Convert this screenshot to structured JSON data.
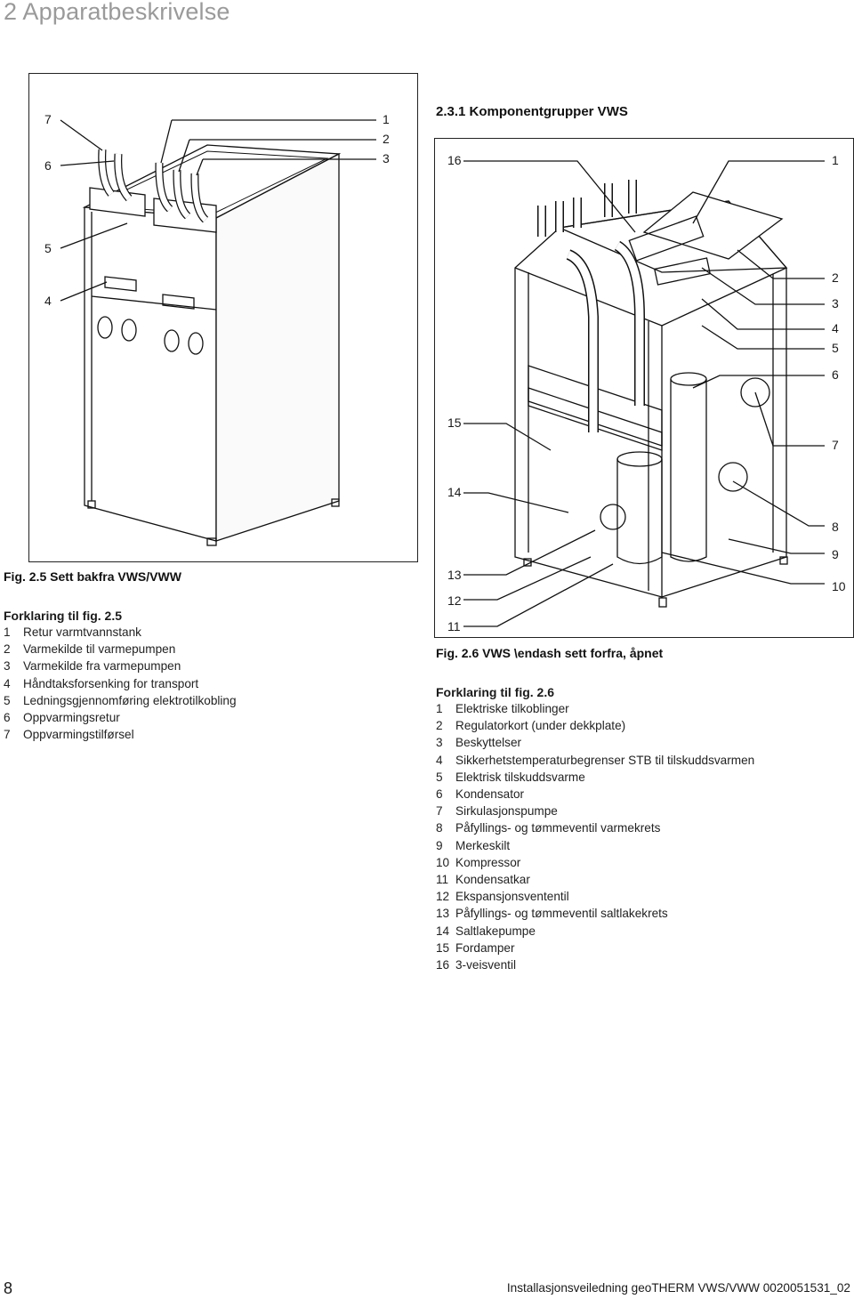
{
  "header": {
    "chapter": "2 Apparatbeskrivelse"
  },
  "figure_left": {
    "callouts": [
      "7",
      "6",
      "5",
      "4",
      "1",
      "2",
      "3"
    ],
    "caption": "Fig. 2.5 Sett bakfra VWS/VWW",
    "legend_title": "Forklaring til fig. 2.5",
    "legend": [
      {
        "num": "1",
        "text": "Retur varmtvannstank"
      },
      {
        "num": "2",
        "text": "Varmekilde til varmepumpen"
      },
      {
        "num": "3",
        "text": "Varmekilde fra varmepumpen"
      },
      {
        "num": "4",
        "text": "Håndtaksforsenking for transport"
      },
      {
        "num": "5",
        "text": "Ledningsgjennomføring elektrotilkobling"
      },
      {
        "num": "6",
        "text": "Oppvarmingsretur"
      },
      {
        "num": "7",
        "text": "Oppvarmingstilførsel"
      }
    ]
  },
  "figure_right": {
    "section_title": "2.3.1 Komponentgrupper VWS",
    "callouts": [
      "16",
      "15",
      "14",
      "13",
      "12",
      "11",
      "1",
      "2",
      "3",
      "4",
      "5",
      "6",
      "7",
      "8",
      "9",
      "10"
    ],
    "caption": "Fig. 2.6 VWS \\endash sett forfra, åpnet",
    "legend_title": "Forklaring til fig. 2.6",
    "legend": [
      {
        "num": "1",
        "text": "Elektriske tilkoblinger"
      },
      {
        "num": "2",
        "text": "Regulatorkort (under dekkplate)"
      },
      {
        "num": "3",
        "text": "Beskyttelser"
      },
      {
        "num": "4",
        "text": "Sikkerhetstemperaturbegrenser STB til tilskuddsvarmen"
      },
      {
        "num": "5",
        "text": "Elektrisk tilskuddsvarme"
      },
      {
        "num": "6",
        "text": "Kondensator"
      },
      {
        "num": "7",
        "text": "Sirkulasjonspumpe"
      },
      {
        "num": "8",
        "text": "Påfyllings- og tømmeventil varmekrets"
      },
      {
        "num": "9",
        "text": "Merkeskilt"
      },
      {
        "num": "10",
        "text": "Kompressor"
      },
      {
        "num": "11",
        "text": "Kondensatkar"
      },
      {
        "num": "12",
        "text": "Ekspansjonsvententil"
      },
      {
        "num": "13",
        "text": "Påfyllings- og tømmeventil saltlakekrets"
      },
      {
        "num": "14",
        "text": "Saltlakepumpe"
      },
      {
        "num": "15",
        "text": "Fordamper"
      },
      {
        "num": "16",
        "text": "3-veisventil"
      }
    ]
  },
  "footer": {
    "page_number": "8",
    "doc_id": "Installasjonsveiledning geoTHERM VWS/VWW 0020051531_02"
  }
}
